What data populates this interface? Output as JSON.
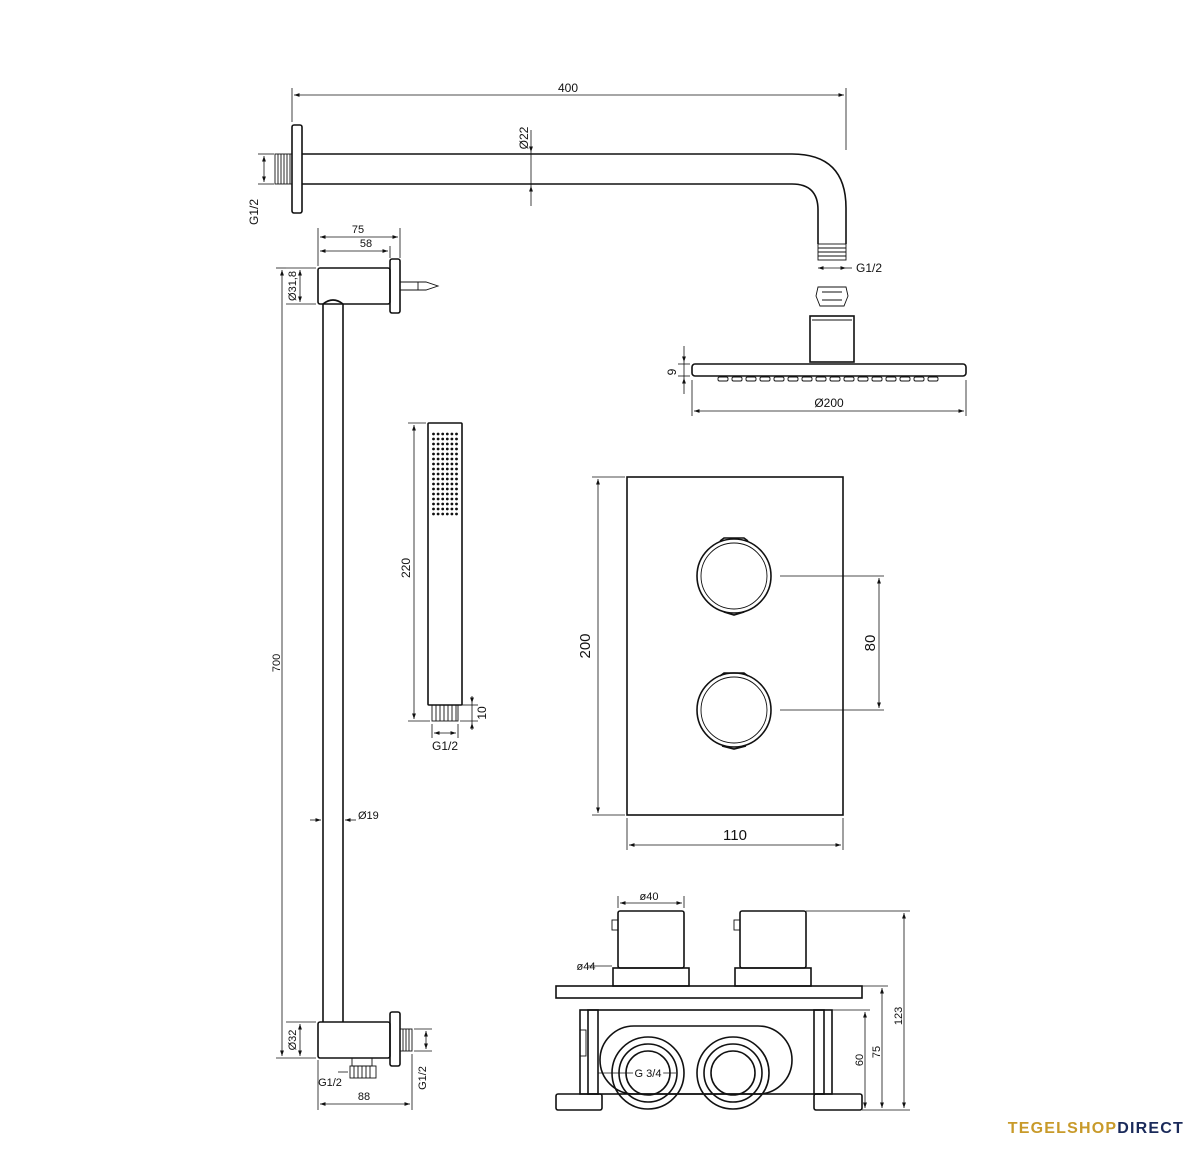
{
  "labels": {
    "arm_length": "400",
    "arm_diameter": "Ø22",
    "arm_thread": "G1/2",
    "head_thread": "G1/2",
    "head_height": "9",
    "head_diameter": "Ø200",
    "holder_depth": "75",
    "holder_inner": "58",
    "holder_diameter": "Ø31,8",
    "rail_length": "700",
    "rail_diameter": "Ø19",
    "outlet_diameter": "Ø32",
    "outlet_thread_left": "G1/2",
    "outlet_thread_right": "G1/2",
    "outlet_width": "88",
    "hand_length": "220",
    "hand_thread_len": "10",
    "hand_thread": "G1/2",
    "plate_height": "200",
    "plate_width": "110",
    "knob_spacing": "80",
    "knob_diameter": "ø40",
    "knob_base_diameter": "ø44",
    "box_connection": "G 3/4",
    "box_total_depth": "123",
    "box_depth_75": "75",
    "box_depth_60": "60"
  },
  "brand": {
    "part1": "TEGELSHOP",
    "part2": "DIRECT",
    "accent_color": "#c89a2a",
    "primary_color": "#1a2a5a"
  }
}
